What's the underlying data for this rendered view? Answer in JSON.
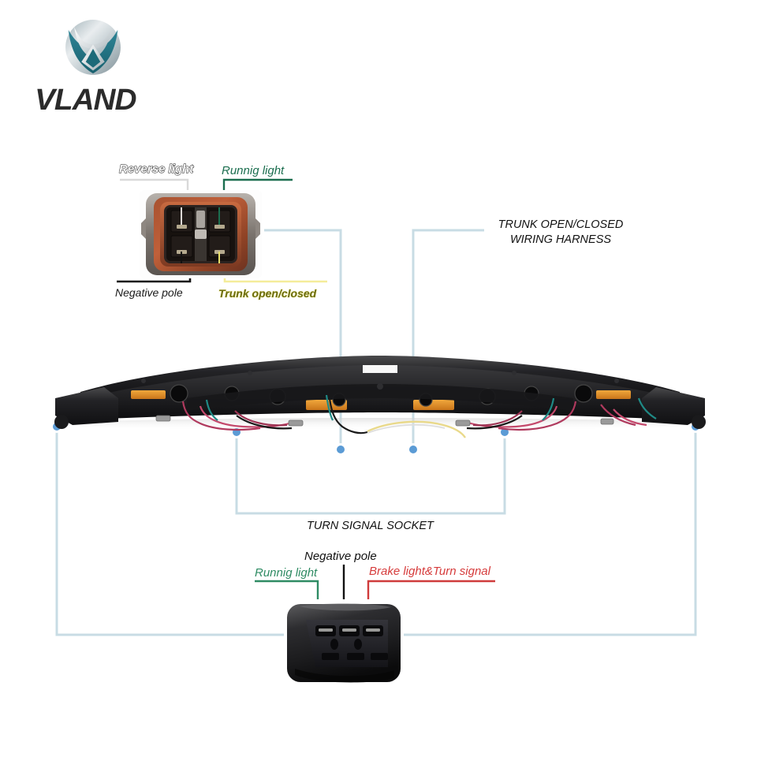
{
  "brand": {
    "name": "VLAND",
    "logo_icon": "vland-wing-emblem-icon",
    "primary_color": "#2b7f93",
    "text_color": "#2b2b2b"
  },
  "diagram": {
    "title_visible": false,
    "background": "#ffffff",
    "callout_line_color": "#c8dce4",
    "callout_dot_color": "#5b9bd5",
    "product_icon": "vehicle-tailgate-light-bar-icon"
  },
  "top_connector": {
    "name": "4-pin trunk/reverse connector",
    "icon": "four-pin-connector-icon",
    "labels": {
      "reverse": "Reverse light",
      "running": "Runnig light",
      "negative": "Negative pole",
      "trunk": "Trunk open/closed"
    },
    "colors": {
      "reverse": "#ffffff",
      "running": "#1b6e4f",
      "negative": "#1a1a1a",
      "trunk": "#6b6c12"
    }
  },
  "bottom_connector": {
    "name": "3-pin turn signal socket",
    "icon": "three-pin-socket-icon",
    "labels": {
      "running": "Runnig light",
      "negative": "Negative pole",
      "brake": "Brake light&Turn signal"
    },
    "colors": {
      "running": "#2e8b63",
      "negative": "#111111",
      "brake": "#d63b3b"
    }
  },
  "annotations": {
    "harness": "TRUNK OPEN/CLOSED WIRING HARNESS",
    "harness_line1": "TRUNK OPEN/CLOSED",
    "harness_line2": "WIRING HARNESS",
    "turn_signal_socket": "TURN SIGNAL SOCKET"
  }
}
